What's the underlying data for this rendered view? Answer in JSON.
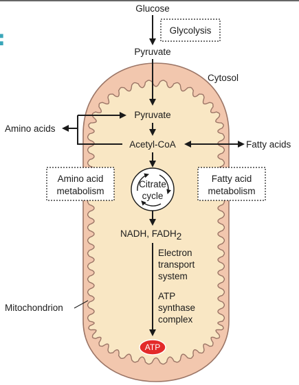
{
  "heading_fragment": ":",
  "labels": {
    "glucose": "Glucose",
    "glycolysis": "Glycolysis",
    "pyruvate_outer": "Pyruvate",
    "cytosol": "Cytosol",
    "pyruvate_inner": "Pyruvate",
    "amino_acids": "Amino acids",
    "acetyl_coa": "Acetyl-CoA",
    "fatty_acids": "Fatty acids",
    "amino_acid_metabolism": [
      "Amino acid",
      "metabolism"
    ],
    "fatty_acid_metabolism": [
      "Fatty acid",
      "metabolism"
    ],
    "citrate_cycle": [
      "Citrate",
      "cycle"
    ],
    "nadh": "NADH, FADH",
    "nadh_subscript": "2",
    "electron_transport": [
      "Electron",
      "transport",
      "system"
    ],
    "atp_synthase": [
      "ATP",
      "synthase",
      "complex"
    ],
    "mitochondrion": "Mitochondrion",
    "atp": "ATP"
  },
  "colors": {
    "outer_membrane": "#f2c7ae",
    "outer_stroke": "#9b7566",
    "matrix": "#f9e7c4",
    "atp_badge": "#e32a2a",
    "heading_accent": "#3aa6b9",
    "arrow": "#1a1a1a"
  }
}
